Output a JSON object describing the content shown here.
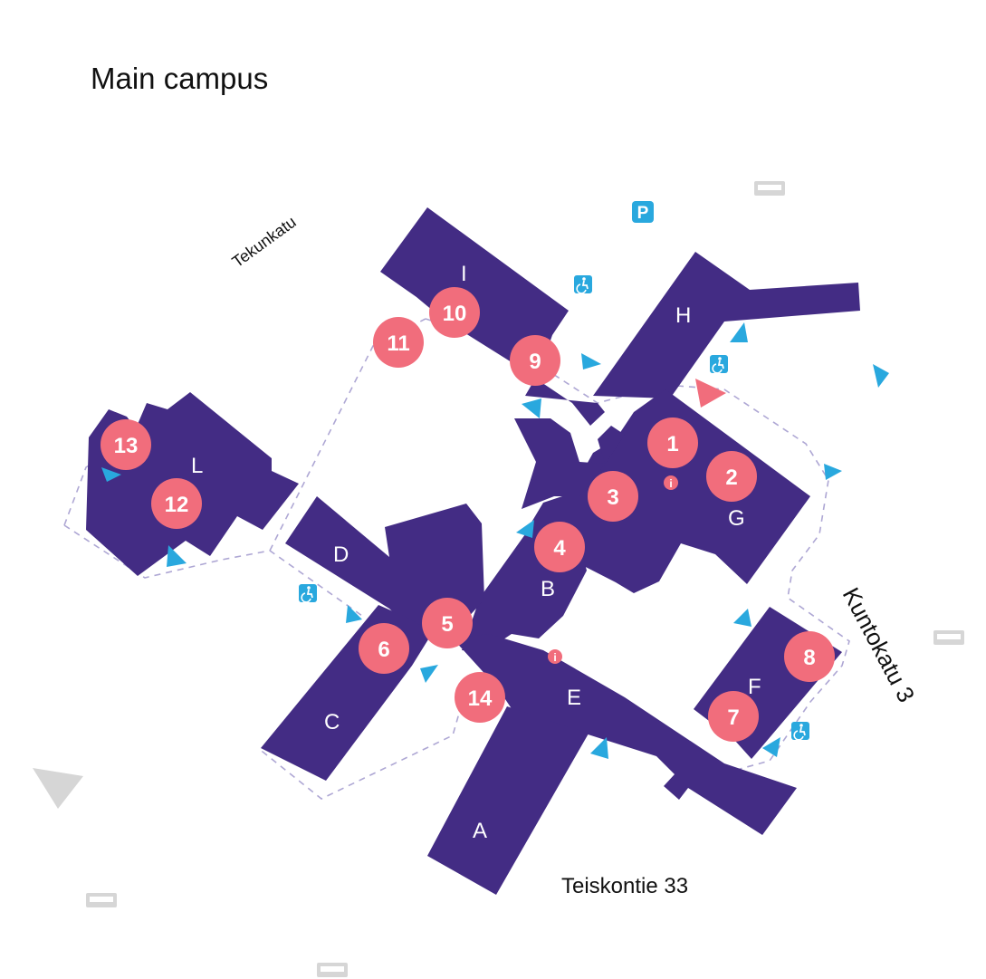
{
  "title": "Main campus",
  "colors": {
    "building": "#432c84",
    "road": "#d6d6d6",
    "marker": "#f16d7c",
    "entrance": "#29a8de",
    "main_entrance": "#f16d7c",
    "path": "#aea7d4",
    "icon_blue": "#29a8de"
  },
  "streets": {
    "tekunkatu": "Tekunkatu",
    "teiskontie": "Teiskontie 33",
    "kuntokatu": "Kuntokatu 3"
  },
  "buildings": [
    {
      "id": "A",
      "label": "A"
    },
    {
      "id": "B",
      "label": "B"
    },
    {
      "id": "C",
      "label": "C"
    },
    {
      "id": "D",
      "label": "D"
    },
    {
      "id": "E",
      "label": "E"
    },
    {
      "id": "F",
      "label": "F"
    },
    {
      "id": "G",
      "label": "G"
    },
    {
      "id": "H",
      "label": "H"
    },
    {
      "id": "I",
      "label": "I"
    },
    {
      "id": "L",
      "label": "L"
    }
  ],
  "markers": [
    "1",
    "2",
    "3",
    "4",
    "5",
    "6",
    "7",
    "8",
    "9",
    "10",
    "11",
    "12",
    "13",
    "14"
  ],
  "icons": {
    "parking": "P",
    "info": "i",
    "accessible": "wheelchair-icon",
    "bus_stop": "bus-stop-icon",
    "entrance": "triangle-arrow"
  }
}
